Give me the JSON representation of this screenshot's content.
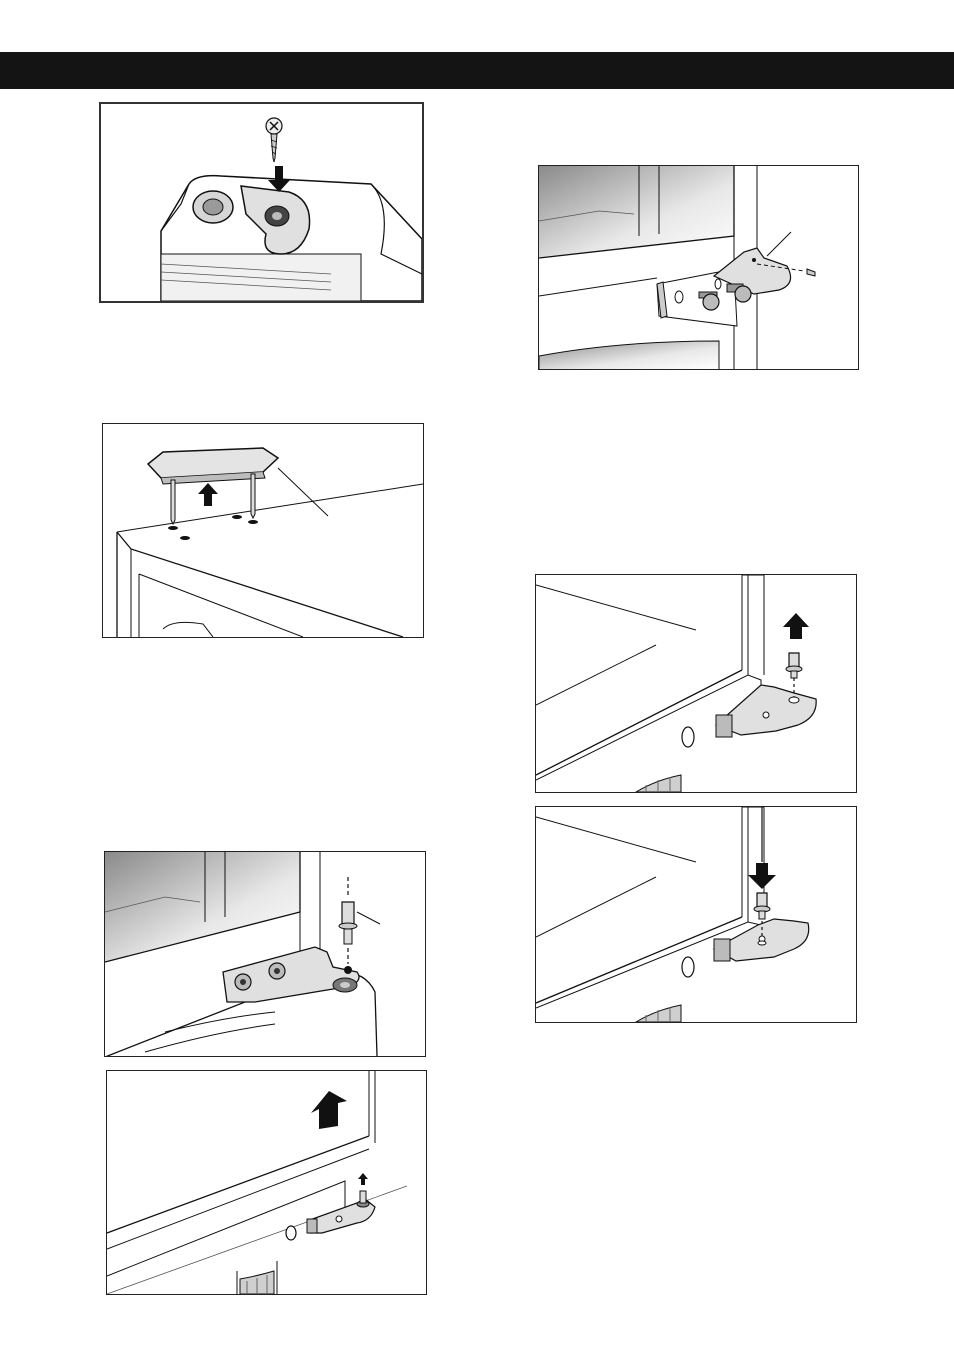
{
  "page": {
    "header_bar_color": "#141414",
    "background_color": "#ffffff"
  },
  "illustrations": [
    {
      "id": "fig1",
      "depicts": [
        "hinge-cover",
        "screw",
        "down-arrow-icon"
      ]
    },
    {
      "id": "fig2",
      "depicts": [
        "top-cover",
        "pins",
        "up-arrow-icon"
      ]
    },
    {
      "id": "fig3",
      "depicts": [
        "middle-hinge",
        "hinge-pin",
        "bolts"
      ]
    },
    {
      "id": "fig4",
      "depicts": [
        "door-lift",
        "up-arrow-icon",
        "lower-hinge-pin"
      ]
    },
    {
      "id": "fig5",
      "depicts": [
        "middle-hinge-bracket",
        "bolts",
        "screw"
      ]
    },
    {
      "id": "fig6",
      "depicts": [
        "lower-hinge",
        "hinge-pin-removal",
        "up-arrow-icon"
      ]
    },
    {
      "id": "fig7",
      "depicts": [
        "lower-hinge",
        "hinge-pin-insertion",
        "down-arrow-icon"
      ]
    }
  ]
}
